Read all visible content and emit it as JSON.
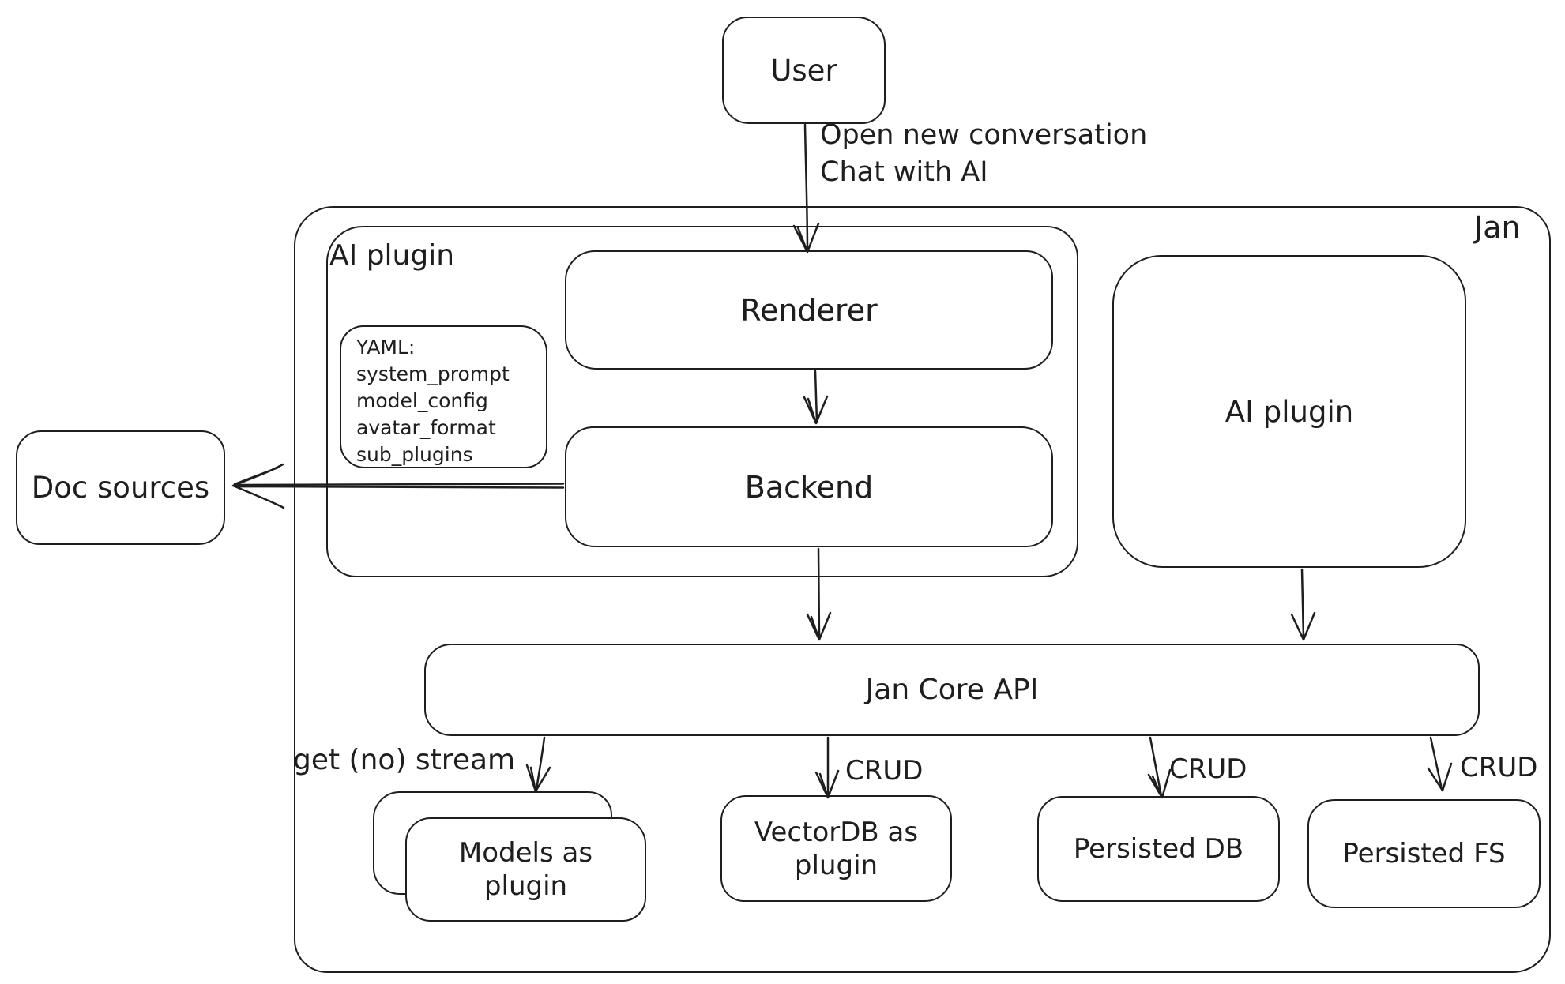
{
  "diagram": {
    "container_label": "Jan",
    "colors": {
      "stroke": "#1e1e1e",
      "background": "#ffffff"
    },
    "nodes": {
      "user": {
        "label": "User"
      },
      "ai_plugin_group": {
        "label": "AI plugin"
      },
      "renderer": {
        "label": "Renderer"
      },
      "backend": {
        "label": "Backend"
      },
      "yaml_note": {
        "lines": [
          "YAML:",
          "system_prompt",
          "model_config",
          "avatar_format",
          "sub_plugins"
        ]
      },
      "doc_sources": {
        "label": "Doc sources"
      },
      "ai_plugin_right": {
        "label": "AI plugin"
      },
      "jan_core_api": {
        "label": "Jan Core API"
      },
      "models_plugin": {
        "label": "Models as plugin"
      },
      "vectordb_plugin": {
        "label": "VectorDB as plugin"
      },
      "persisted_db": {
        "label": "Persisted DB"
      },
      "persisted_fs": {
        "label": "Persisted FS"
      }
    },
    "edges": {
      "user_to_renderer": {
        "lines": [
          "Open new conversation",
          "Chat with AI"
        ]
      },
      "api_to_models": {
        "label": "get (no) stream"
      },
      "api_to_vectordb": {
        "label": "CRUD"
      },
      "api_to_persisted_db": {
        "label": "CRUD"
      },
      "api_to_persisted_fs": {
        "label": "CRUD"
      }
    }
  }
}
